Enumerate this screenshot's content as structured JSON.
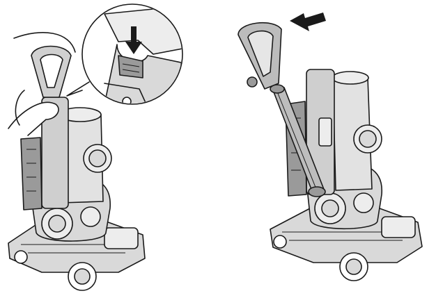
{
  "figure": {
    "panels": [
      {
        "id": "step-release-handle",
        "callout": "zoom-detail",
        "arrow": "down"
      },
      {
        "id": "step-pull-out-wand",
        "arrow": "left"
      }
    ],
    "colors": {
      "stroke": "#1a1a1a",
      "body_fill": "#d9d9d9",
      "light_fill": "#ededed",
      "dark_fill": "#9a9a9a",
      "background": "#ffffff"
    },
    "icons": [
      "down-arrow-icon",
      "left-arrow-icon"
    ]
  }
}
